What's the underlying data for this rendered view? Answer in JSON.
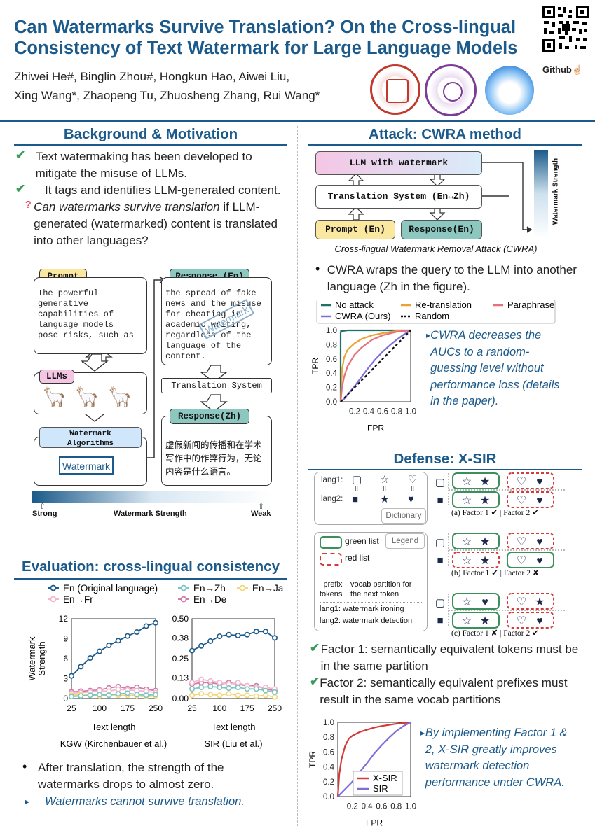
{
  "header": {
    "title_line1": "Can Watermarks Survive Translation? On the Cross-lingual",
    "title_line2": "Consistency of Text Watermark for Large Language Models",
    "authors_line1": "Zhiwei He#, Binglin Zhou#, Hongkun Hao, Aiwei Liu,",
    "authors_line2": "Xing Wang*, Zhaopeng Tu, Zhuosheng Zhang, Rui Wang*",
    "github_label": "Github☝🏻"
  },
  "background": {
    "title": "Background & Motivation",
    "bullet1": "Text watermaking has been developed to mitigate the misuse of LLMs.",
    "bullet2": "It tags and identifies LLM-generated content.",
    "bullet3_em": "Can watermarks survive translation",
    "bullet3_rest": " if LLM-generated (watermarked) content is translated into other languages?",
    "diagram": {
      "prompt_tag": "Prompt",
      "prompt_text": "The powerful\ngenerative\ncapabilities of\nlanguage models\npose risks, such as",
      "llms_tag": "LLMs",
      "wm_algo_line1": "Watermark",
      "wm_algo_line2": "Algorithms",
      "watermark_label": "Watermark",
      "response_en_tag": "Response (En)",
      "response_en_text": "the spread of fake\nnews and the misuse\nfor cheating in\nacademic writing,\nregardless of the\nlanguage of the\ncontent.",
      "stamp": "Watermark",
      "translation_system": "Translation System",
      "response_zh_tag": "Response(Zh)",
      "response_zh_text": "虚假新闻的传播和在学术\n写作中的作弊行为，无论\n内容是什么语言。",
      "bar_strong": "Strong",
      "bar_label": "Watermark Strength",
      "bar_weak": "Weak"
    }
  },
  "attack": {
    "title": "Attack: CWRA method",
    "llm_label": "LLM with watermark",
    "translation_label": "Translation System (En↔Zh)",
    "prompt_label": "Prompt (En)",
    "response_label": "Response(En)",
    "strength_label": "Watermark Strength",
    "caption": "Cross-lingual Watermark Removal Attack (CWRA)",
    "bullet": "CWRA wraps the query to the LLM into another language (Zh in the figure).",
    "note": "CWRA decreases the AUCs to a random-guessing level without performance loss (details in the paper)."
  },
  "defense": {
    "title": "Defense: X-SIR",
    "lang1": "lang1:",
    "lang2": "lang2:",
    "eq": "II",
    "dictionary": "Dictionary",
    "legend_title": "Legend",
    "green_list": "green list",
    "red_list": "red list",
    "prefix_tokens": "prefix\ntokens",
    "vocab_partition": "vocab partition for\nthe next token",
    "lang1_desc": "lang1: watermark ironing",
    "lang2_desc": "lang2: watermark detection",
    "caption_a": "(a) Factor 1 ✔ | Factor 2 ✔",
    "caption_b": "(b) Factor 1 ✔ | Factor 2 ✘",
    "caption_c": "(c) Factor 1 ✘ | Factor 2 ✔",
    "factor1": "Factor 1: semantically equivalent tokens must be in the same partition",
    "factor2": "Factor 2: semantically equivalent prefixes must result in the same vocab partitions",
    "note": "By implementing Factor 1 & 2, X-SIR greatly improves watermark detection performance under CWRA."
  },
  "evaluation": {
    "title": "Evaluation: cross-lingual consistency",
    "bullet": "After translation, the strength of the watermarks drops to almost zero.",
    "note": "Watermarks cannot survive translation."
  },
  "colors": {
    "brand": "#1b5a8a",
    "check": "#3a9a5a",
    "red": "#d33a3a",
    "llm_box": "#f4c6e4",
    "prompt_box": "#fbe8a0",
    "response_box": "#8cc8c0"
  },
  "chart_data": [
    {
      "id": "roc_cwra",
      "type": "line",
      "xlabel": "FPR",
      "ylabel": "TPR",
      "xlim": [
        0,
        1
      ],
      "ylim": [
        0,
        1
      ],
      "xticks": [
        "0.2",
        "0.4",
        "0.6",
        "0.8",
        "1.0"
      ],
      "yticks": [
        "0.0",
        "0.2",
        "0.4",
        "0.6",
        "0.8",
        "1.0"
      ],
      "legend_position": "top",
      "series": [
        {
          "name": "No attack",
          "color": "#1f6f6a",
          "dash": "",
          "points": [
            [
              0,
              0
            ],
            [
              0,
              0.97
            ],
            [
              0.02,
              0.99
            ],
            [
              0.1,
              1
            ],
            [
              1,
              1
            ]
          ]
        },
        {
          "name": "Re-translation",
          "color": "#eda033",
          "dash": "",
          "points": [
            [
              0,
              0
            ],
            [
              0.02,
              0.45
            ],
            [
              0.05,
              0.62
            ],
            [
              0.1,
              0.73
            ],
            [
              0.2,
              0.82
            ],
            [
              0.3,
              0.88
            ],
            [
              0.45,
              0.93
            ],
            [
              0.6,
              0.96
            ],
            [
              0.8,
              0.99
            ],
            [
              1,
              1
            ]
          ]
        },
        {
          "name": "Paraphrase",
          "color": "#e8707a",
          "dash": "",
          "points": [
            [
              0,
              0
            ],
            [
              0.02,
              0.2
            ],
            [
              0.05,
              0.35
            ],
            [
              0.1,
              0.5
            ],
            [
              0.2,
              0.66
            ],
            [
              0.3,
              0.76
            ],
            [
              0.45,
              0.87
            ],
            [
              0.6,
              0.93
            ],
            [
              0.8,
              0.98
            ],
            [
              1,
              1
            ]
          ]
        },
        {
          "name": "CWRA (Ours)",
          "color": "#7d6fd8",
          "dash": "",
          "points": [
            [
              0,
              0
            ],
            [
              0.05,
              0.04
            ],
            [
              0.1,
              0.1
            ],
            [
              0.2,
              0.22
            ],
            [
              0.3,
              0.35
            ],
            [
              0.4,
              0.48
            ],
            [
              0.5,
              0.6
            ],
            [
              0.6,
              0.7
            ],
            [
              0.7,
              0.79
            ],
            [
              0.8,
              0.87
            ],
            [
              0.9,
              0.94
            ],
            [
              1,
              1
            ]
          ]
        },
        {
          "name": "Random",
          "color": "#111111",
          "dash": "4 3",
          "points": [
            [
              0,
              0
            ],
            [
              1,
              1
            ]
          ]
        }
      ]
    },
    {
      "id": "roc_xsir",
      "type": "line",
      "xlabel": "FPR",
      "ylabel": "TPR",
      "xlim": [
        0,
        1
      ],
      "ylim": [
        0,
        1
      ],
      "xticks": [
        "0.2",
        "0.4",
        "0.6",
        "0.8",
        "1.0"
      ],
      "yticks": [
        "0.0",
        "0.2",
        "0.4",
        "0.6",
        "0.8",
        "1.0"
      ],
      "legend_position": "bottom-left",
      "series": [
        {
          "name": "X-SIR",
          "color": "#d33a3a",
          "dash": "",
          "points": [
            [
              0,
              0
            ],
            [
              0.02,
              0.3
            ],
            [
              0.05,
              0.5
            ],
            [
              0.1,
              0.68
            ],
            [
              0.15,
              0.78
            ],
            [
              0.2,
              0.82
            ],
            [
              0.3,
              0.87
            ],
            [
              0.4,
              0.9
            ],
            [
              0.5,
              0.93
            ],
            [
              0.6,
              0.95
            ],
            [
              0.8,
              0.98
            ],
            [
              1,
              1
            ]
          ]
        },
        {
          "name": "SIR",
          "color": "#7d6fd8",
          "dash": "",
          "points": [
            [
              0,
              0
            ],
            [
              0.05,
              0.05
            ],
            [
              0.1,
              0.1
            ],
            [
              0.2,
              0.2
            ],
            [
              0.3,
              0.33
            ],
            [
              0.4,
              0.45
            ],
            [
              0.5,
              0.58
            ],
            [
              0.6,
              0.69
            ],
            [
              0.7,
              0.79
            ],
            [
              0.8,
              0.88
            ],
            [
              0.9,
              0.95
            ],
            [
              1,
              1
            ]
          ]
        }
      ]
    },
    {
      "id": "kgw",
      "type": "line",
      "title": "KGW (Kirchenbauer et al.)",
      "xlabel": "Text length",
      "ylabel": "Watermark Strength",
      "xlim": [
        25,
        250
      ],
      "ylim": [
        0,
        12
      ],
      "xticks": [
        "25",
        "100",
        "175",
        "250"
      ],
      "yticks": [
        "0",
        "3",
        "6",
        "9",
        "12"
      ],
      "x": [
        25,
        50,
        75,
        100,
        125,
        150,
        175,
        200,
        225,
        250
      ],
      "series": [
        {
          "name": "En (Original language)",
          "color": "#1b5a8a",
          "values": [
            3.4,
            4.8,
            6.1,
            7.1,
            8.0,
            8.7,
            9.4,
            10.0,
            10.9,
            11.4
          ]
        },
        {
          "name": "En→Zh",
          "color": "#7cc5c0",
          "values": [
            0.3,
            0.4,
            0.5,
            0.6,
            0.5,
            0.7,
            0.8,
            0.6,
            0.5,
            0.6
          ]
        },
        {
          "name": "En→Ja",
          "color": "#f2d67a",
          "values": [
            0.5,
            0.6,
            0.5,
            0.4,
            0.6,
            0.5,
            0.5,
            0.4,
            0.3,
            0.4
          ]
        },
        {
          "name": "En→Fr",
          "color": "#f2b7cf",
          "values": [
            0.8,
            0.9,
            1.0,
            1.2,
            1.1,
            1.4,
            1.3,
            1.2,
            1.1,
            0.9
          ]
        },
        {
          "name": "En→De",
          "color": "#d07aa9",
          "values": [
            1.0,
            1.1,
            1.2,
            1.3,
            1.6,
            1.8,
            1.5,
            1.7,
            1.4,
            1.2
          ]
        }
      ]
    },
    {
      "id": "sir",
      "type": "line",
      "title": "SIR (Liu et al.)",
      "xlabel": "Text length",
      "xlim": [
        25,
        250
      ],
      "ylim": [
        0,
        0.5
      ],
      "xticks": [
        "25",
        "100",
        "175",
        "250"
      ],
      "yticks": [
        "0.00",
        "0.13",
        "0.25",
        "0.38",
        "0.50"
      ],
      "x": [
        25,
        50,
        75,
        100,
        125,
        150,
        175,
        200,
        225,
        250
      ],
      "series": [
        {
          "name": "En (Original language)",
          "color": "#1b5a8a",
          "values": [
            0.3,
            0.33,
            0.36,
            0.39,
            0.4,
            0.395,
            0.4,
            0.42,
            0.42,
            0.38
          ]
        },
        {
          "name": "En→Zh",
          "color": "#7cc5c0",
          "values": [
            0.06,
            0.07,
            0.075,
            0.07,
            0.065,
            0.07,
            0.06,
            0.06,
            0.05,
            0.04
          ]
        },
        {
          "name": "En→Ja",
          "color": "#f2d67a",
          "values": [
            0.02,
            0.03,
            0.025,
            0.02,
            0.03,
            0.02,
            0.02,
            0.015,
            0.02,
            0.01
          ]
        },
        {
          "name": "En→Fr",
          "color": "#f2b7cf",
          "values": [
            0.1,
            0.12,
            0.11,
            0.1,
            0.09,
            0.1,
            0.08,
            0.07,
            0.07,
            0.06
          ]
        },
        {
          "name": "En→De",
          "color": "#d07aa9",
          "values": [
            0.09,
            0.1,
            0.1,
            0.09,
            0.1,
            0.09,
            0.08,
            0.08,
            0.06,
            0.05
          ]
        }
      ]
    }
  ]
}
